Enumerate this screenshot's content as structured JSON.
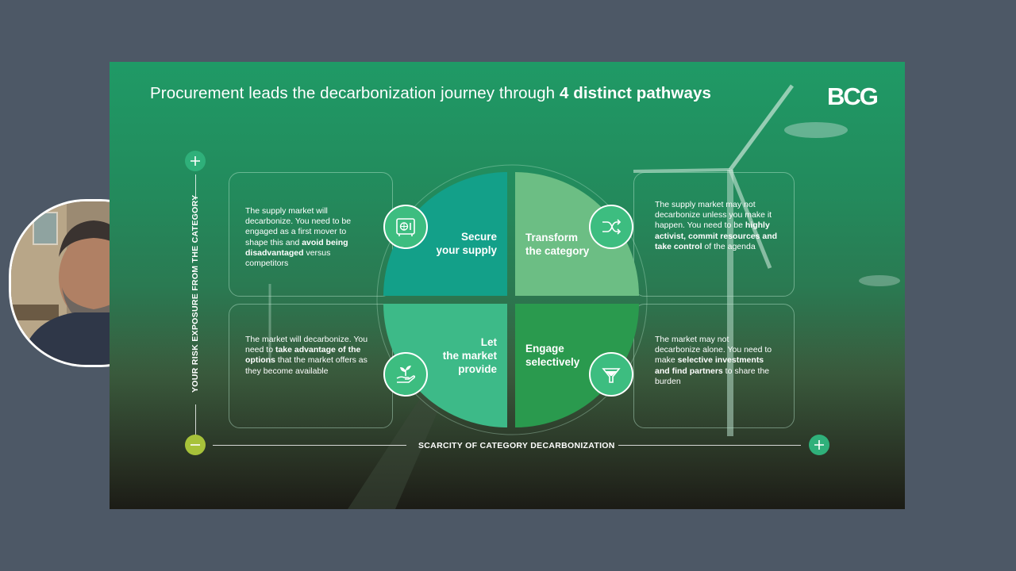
{
  "slide": {
    "title_plain": "Procurement leads the decarbonization journey through ",
    "title_bold": "4 distinct pathways",
    "logo": "BCG"
  },
  "axes": {
    "y_label": "YOUR RISK EXPOSURE FROM THE CATEGORY",
    "x_label": "SCARCITY OF CATEGORY DECARBONIZATION",
    "plus_color": "#2fb07a",
    "minus_color": "#a7c23a"
  },
  "quadrants": {
    "secure": {
      "line1": "Secure",
      "line2": "your supply",
      "text_a": "The supply market will decarbonize. You need to be engaged as a first mover to shape this and ",
      "text_b": "avoid being disadvantaged",
      "text_c": " versus competitors",
      "icon": "safe-icon",
      "color": "#13a089"
    },
    "transform": {
      "line1": "Transform",
      "line2": "the category",
      "text_a": "The supply market may not decarbonize unless you make it happen. You need to be ",
      "text_b": "highly activist, commit resources and take control",
      "text_c": " of the agenda",
      "icon": "shuffle-icon",
      "color": "#6cbe84"
    },
    "let": {
      "line1": "Let",
      "line2": "the market",
      "line3": "provide",
      "text_a": "The market will decarbonize. You need to ",
      "text_b": "take advantage of the options",
      "text_c": " that the market offers as they become available",
      "icon": "plant-in-hand-icon",
      "color": "#3dba88"
    },
    "engage": {
      "line1": "Engage",
      "line2": "selectively",
      "text_a": "The market may not decarbonize alone. You need to make ",
      "text_b": "selective investments and find partners",
      "text_c": " to share the burden",
      "icon": "funnel-icon",
      "color": "#2a9a4e"
    }
  }
}
